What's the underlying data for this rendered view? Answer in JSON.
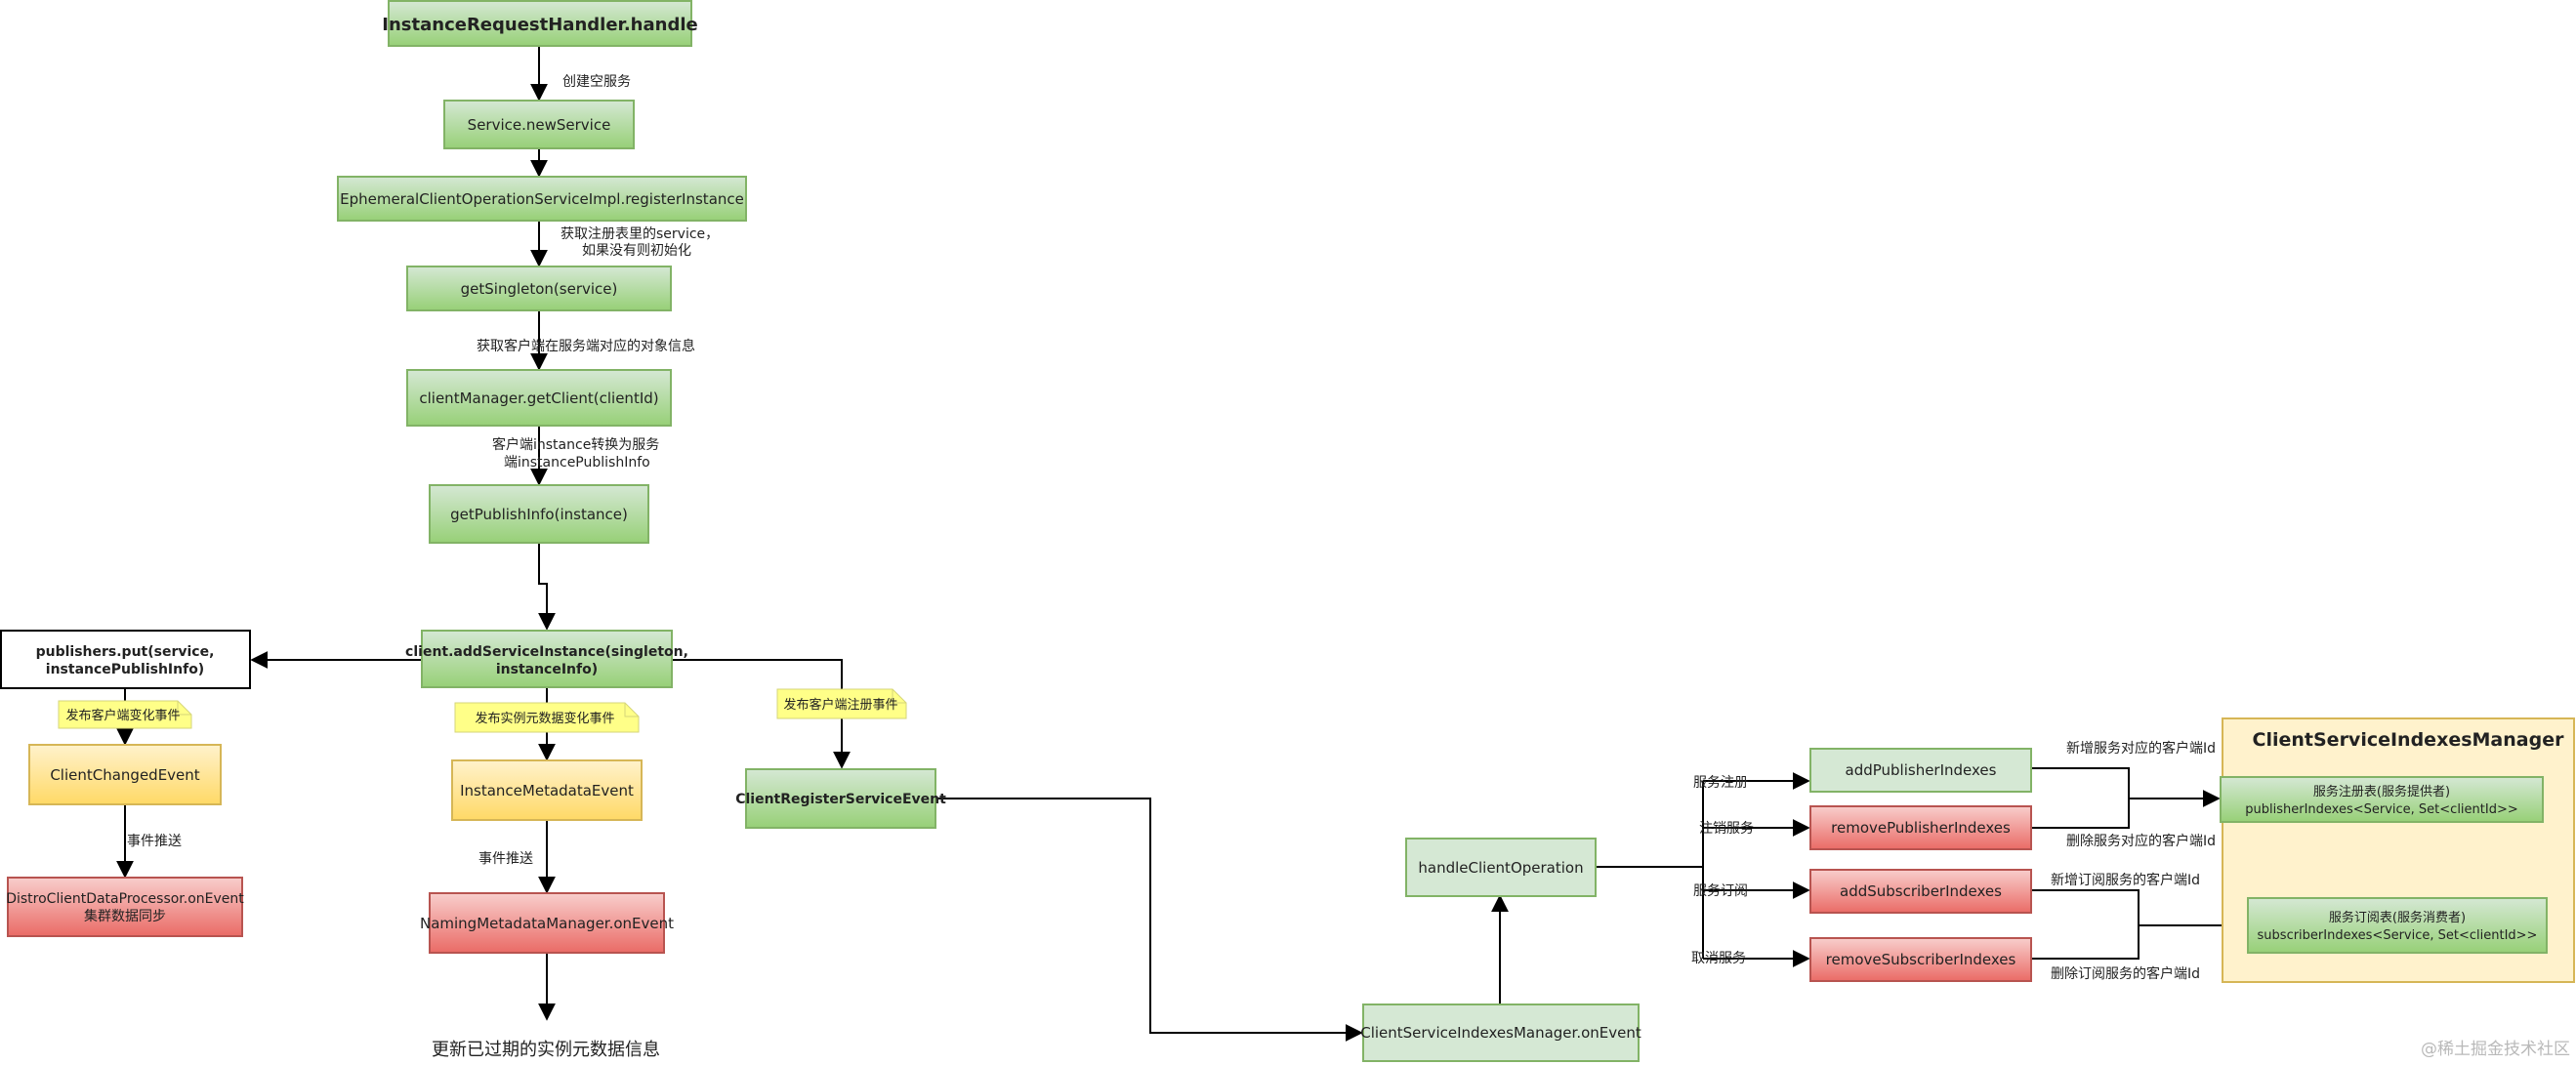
{
  "nodes": {
    "handle": "InstanceRequestHandler.handle",
    "new_service": "Service.newService",
    "register_instance": "EphemeralClientOperationServiceImpl.registerInstance",
    "get_singleton": "getSingleton(service)",
    "get_client": "clientManager.getClient(clientId)",
    "get_publish_info": "getPublishInfo(instance)",
    "add_service_instance_l1": "client.addServiceInstance(singleton,",
    "add_service_instance_l2": "instanceInfo)",
    "publishers_put_l1": "publishers.put(service,",
    "publishers_put_l2": "instancePublishInfo)",
    "client_changed_event": "ClientChangedEvent",
    "distro_l1": "DistroClientDataProcessor.onEvent",
    "distro_l2": "集群数据同步",
    "instance_metadata_event": "InstanceMetadataEvent",
    "naming_metadata_manager": "NamingMetadataManager.onEvent",
    "client_register_service_event": "ClientRegisterServiceEvent",
    "client_service_indexes_onevent": "ClientServiceIndexesManager.onEvent",
    "handle_client_operation": "handleClientOperation",
    "add_publisher_indexes": "addPublisherIndexes",
    "remove_publisher_indexes": "removePublisherIndexes",
    "add_subscriber_indexes": "addSubscriberIndexes",
    "remove_subscriber_indexes": "removeSubscriberIndexes",
    "manager_title": "ClientServiceIndexesManager",
    "publisher_table_l1": "服务注册表(服务提供者)",
    "publisher_table_l2": "publisherIndexes<Service, Set<clientId>>",
    "subscriber_table_l1": "服务订阅表(服务消费者)",
    "subscriber_table_l2": "subscriberIndexes<Service, Set<clientId>>"
  },
  "labels": {
    "create_empty_service": "创建空服务",
    "get_registry_l1": "获取注册表里的service，",
    "get_registry_l2": "如果没有则初始化",
    "get_client_info": "获取客户端在服务端对应的对象信息",
    "convert_l1": "客户端instance转换为服务",
    "convert_l2": "端instancePublishInfo",
    "event_push_left": "事件推送",
    "event_push_mid": "事件推送",
    "update_expired": "更新已过期的实例元数据信息",
    "op_register": "服务注册",
    "op_deregister": "注销服务",
    "op_subscribe": "服务订阅",
    "op_unsubscribe": "取消服务",
    "add_pub_client": "新增服务对应的客户端Id",
    "remove_pub_client": "删除服务对应的客户端Id",
    "add_sub_client": "新增订阅服务的客户端Id",
    "remove_sub_client": "删除订阅服务的客户端Id"
  },
  "notes": {
    "client_change": "发布客户端变化事件",
    "metadata_change": "发布实例元数据变化事件",
    "client_register": "发布客户端注册事件"
  },
  "watermark": "@稀土掘金技术社区",
  "colors": {
    "green_fill_top": "#d5e8d4",
    "green_fill_bottom": "#97d077",
    "green_stroke": "#82b366",
    "pale_green": "#d5e8d4",
    "red_fill_top": "#f8cecc",
    "red_fill_bottom": "#ea6b66",
    "red_stroke": "#b85450",
    "yellow_fill_top": "#fff2cc",
    "yellow_fill_bottom": "#ffd966",
    "yellow_stroke": "#d6b656",
    "container_fill": "#fff2cc",
    "container_stroke": "#d6b656",
    "note_fill": "#ffff88",
    "note_stroke": "#d6d67a",
    "line": "#000000"
  }
}
